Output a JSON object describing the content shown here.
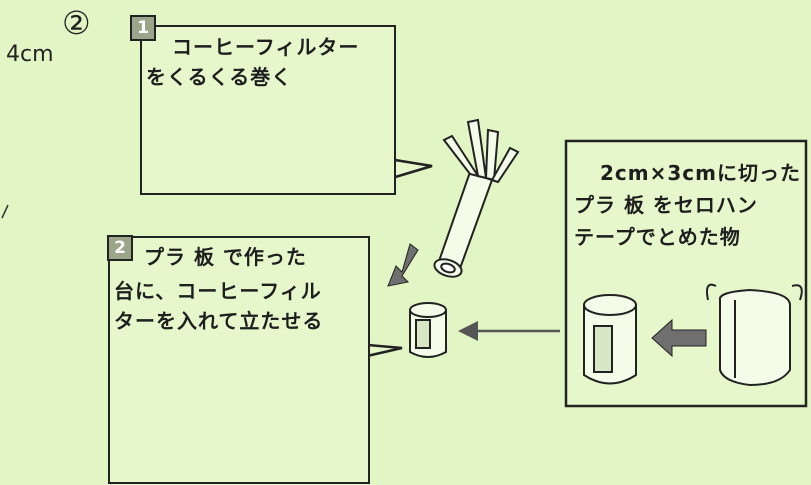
{
  "handwritten": {
    "width_label": "4cm",
    "circled_number": "②"
  },
  "step1": {
    "number": "1",
    "line1": "コーヒーフィルター",
    "line2": "をくるくる巻く"
  },
  "step2": {
    "number": "2",
    "line1": "プラ 板 で作った",
    "line2": "台に、コーヒーフィル",
    "line3": "ターを入れて立たせる"
  },
  "side_note": {
    "line1": "2cm×3cmに切った",
    "line2": "プラ 板 をセロハン",
    "line3": "テープでとめた物"
  },
  "colors": {
    "background": "#e2f5c5",
    "ink": "#222222",
    "step_number_bg": "#9aa58a",
    "arrow": "#6f6f6f"
  }
}
